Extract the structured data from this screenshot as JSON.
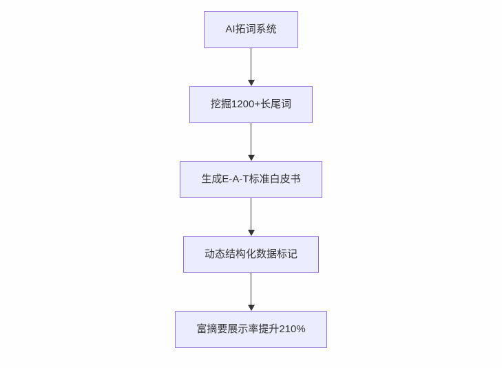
{
  "diagram": {
    "type": "flowchart-top-down",
    "nodes": [
      {
        "id": "n1",
        "label": "AI拓词系统"
      },
      {
        "id": "n2",
        "label": "挖掘1200+长尾词"
      },
      {
        "id": "n3",
        "label": "生成E-A-T标准白皮书"
      },
      {
        "id": "n4",
        "label": "动态结构化数据标记"
      },
      {
        "id": "n5",
        "label": "富摘要展示率提升210%"
      }
    ],
    "edges": [
      {
        "from": "n1",
        "to": "n2"
      },
      {
        "from": "n2",
        "to": "n3"
      },
      {
        "from": "n3",
        "to": "n4"
      },
      {
        "from": "n4",
        "to": "n5"
      }
    ],
    "colors": {
      "node_fill": "#ECECFF",
      "node_border": "#9370DB",
      "node_text": "#333333",
      "arrow": "#333333",
      "background": "#fefefe"
    }
  }
}
